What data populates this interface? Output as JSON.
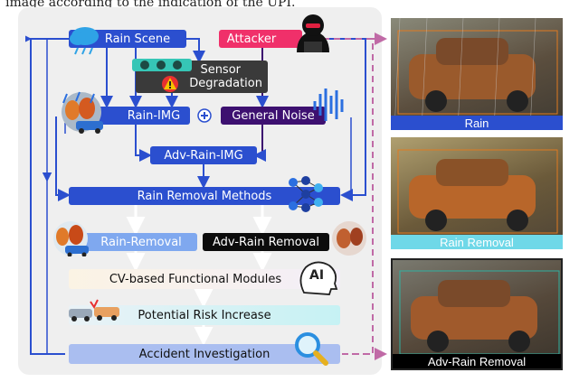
{
  "top_caption": "image according to the indication of the UPI.",
  "nodes": {
    "rain_scene": "Rain Scene",
    "attacker": "Attacker",
    "sensor_degradation_line1": "Sensor",
    "sensor_degradation_line2": "Degradation",
    "rain_img": "Rain-IMG",
    "general_noise": "General Noise",
    "adv_rain_img": "Adv-Rain-IMG",
    "rain_removal_methods": "Rain Removal Methods",
    "rain_removal": "Rain-Removal",
    "adv_rain_removal": "Adv-Rain Removal",
    "cv_modules": "CV-based Functional Modules",
    "ai_badge": "AI",
    "potential_risk": "Potential Risk Increase",
    "accident_investigation": "Accident Investigation"
  },
  "examples": [
    {
      "label": "Rain"
    },
    {
      "label": "Rain Removal"
    },
    {
      "label": "Adv-Rain Removal"
    }
  ],
  "colors": {
    "blue": "#2b4fcf",
    "pink": "#f0306a",
    "purple": "#3d1070",
    "light_blue": "#7fa8ef",
    "cyan": "#6fd8e8",
    "dashed": "#c06aa6"
  }
}
